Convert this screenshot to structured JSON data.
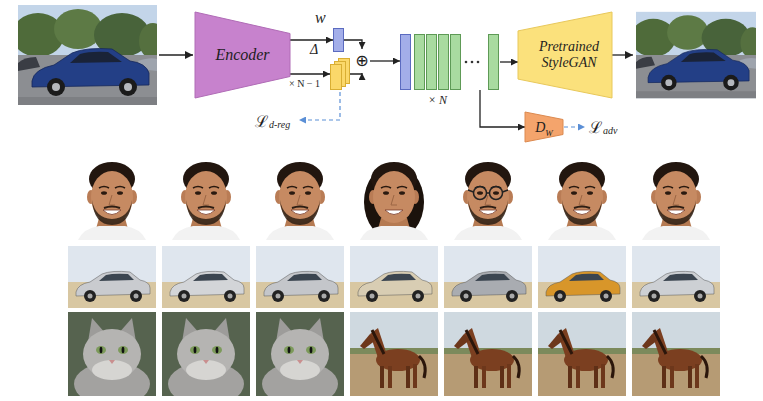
{
  "diagram": {
    "nodes": [
      {
        "text": [
          "Encoder"
        ]
      },
      {
        "text": [
          "w"
        ]
      },
      {
        "text": [
          "Δ",
          "× N − 1"
        ]
      },
      {
        "text": [
          "⊕"
        ]
      },
      {
        "text": [
          "× N"
        ]
      },
      {
        "text": [
          "Pretrained StyleGAN"
        ]
      },
      {
        "text": [
          "D",
          "W"
        ]
      }
    ],
    "edges": [
      {
        "from": 0,
        "to": 1,
        "arrow": "to"
      },
      {
        "from": 0,
        "to": 2,
        "arrow": "to"
      },
      {
        "from": 1,
        "to": 3,
        "arrow": "to"
      },
      {
        "from": 2,
        "to": 3,
        "arrow": "to"
      },
      {
        "from": 3,
        "to": 4,
        "arrow": "to"
      },
      {
        "from": 4,
        "to": 5,
        "arrow": "to"
      },
      {
        "from": 4,
        "to": 6,
        "arrow": "to"
      }
    ],
    "labels": [
      "ℒ",
      "d-reg",
      "ℒ",
      "adv"
    ]
  }
}
